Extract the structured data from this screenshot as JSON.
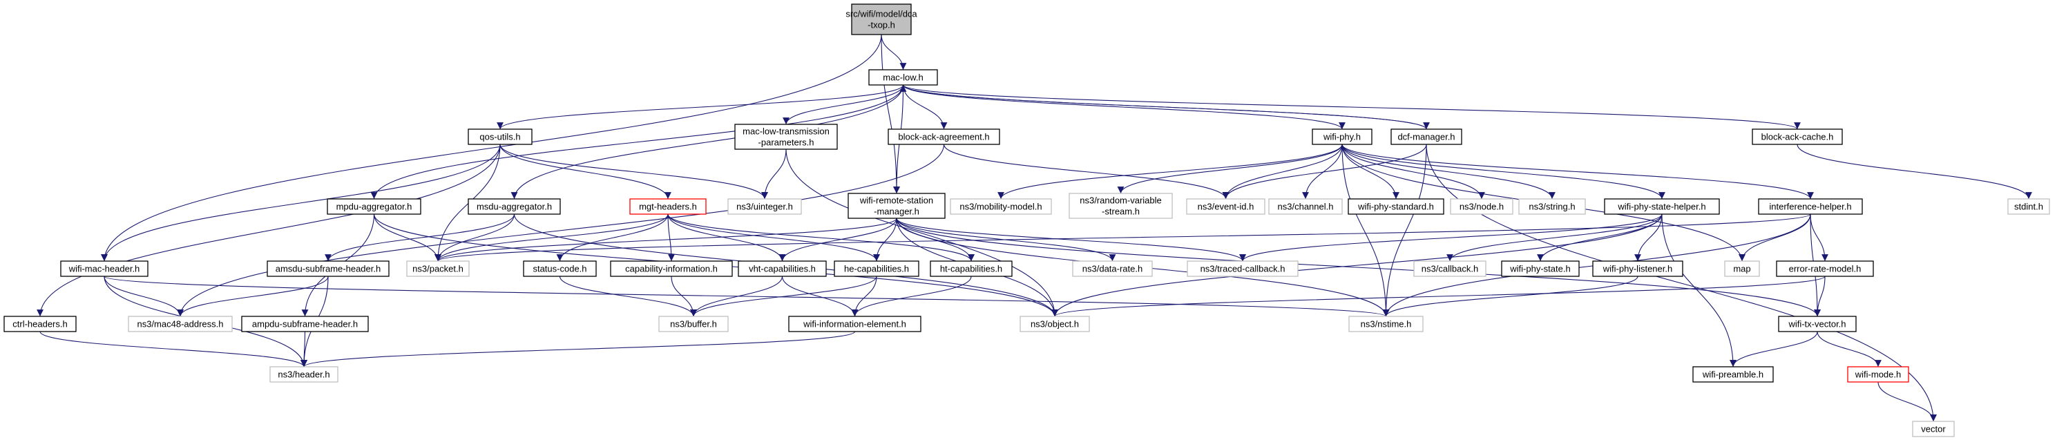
{
  "colors": {
    "edge": "#191970",
    "root_fill": "#bfbfbf",
    "fill": "#ffffff",
    "border_normal": "#000000",
    "border_external": "#bfbfbf",
    "border_red": "#ff0000"
  },
  "nodes": [
    {
      "id": "root",
      "lines": [
        "src/wifi/model/dca",
        "-txop.h"
      ],
      "style": "root"
    },
    {
      "id": "mac_low",
      "lines": [
        "mac-low.h"
      ],
      "style": "normal"
    },
    {
      "id": "qos_utils",
      "lines": [
        "qos-utils.h"
      ],
      "style": "normal"
    },
    {
      "id": "mac_low_tx",
      "lines": [
        "mac-low-transmission",
        "-parameters.h"
      ],
      "style": "normal"
    },
    {
      "id": "block_ack_agreement",
      "lines": [
        "block-ack-agreement.h"
      ],
      "style": "normal"
    },
    {
      "id": "wifi_phy",
      "lines": [
        "wifi-phy.h"
      ],
      "style": "normal"
    },
    {
      "id": "dcf_manager",
      "lines": [
        "dcf-manager.h"
      ],
      "style": "normal"
    },
    {
      "id": "block_ack_cache",
      "lines": [
        "block-ack-cache.h"
      ],
      "style": "normal"
    },
    {
      "id": "stdint",
      "lines": [
        "stdint.h"
      ],
      "style": "external"
    },
    {
      "id": "mpdu_aggregator",
      "lines": [
        "mpdu-aggregator.h"
      ],
      "style": "normal"
    },
    {
      "id": "msdu_aggregator",
      "lines": [
        "msdu-aggregator.h"
      ],
      "style": "normal"
    },
    {
      "id": "mgt_headers",
      "lines": [
        "mgt-headers.h"
      ],
      "style": "red"
    },
    {
      "id": "ns3_uinteger",
      "lines": [
        "ns3/uinteger.h"
      ],
      "style": "external"
    },
    {
      "id": "wifi_remote_station",
      "lines": [
        "wifi-remote-station",
        "-manager.h"
      ],
      "style": "normal"
    },
    {
      "id": "ns3_mobility",
      "lines": [
        "ns3/mobility-model.h"
      ],
      "style": "external"
    },
    {
      "id": "ns3_random",
      "lines": [
        "ns3/random-variable",
        "-stream.h"
      ],
      "style": "external"
    },
    {
      "id": "ns3_event_id",
      "lines": [
        "ns3/event-id.h"
      ],
      "style": "external"
    },
    {
      "id": "ns3_channel",
      "lines": [
        "ns3/channel.h"
      ],
      "style": "external"
    },
    {
      "id": "wifi_phy_standard",
      "lines": [
        "wifi-phy-standard.h"
      ],
      "style": "normal"
    },
    {
      "id": "ns3_node",
      "lines": [
        "ns3/node.h"
      ],
      "style": "external"
    },
    {
      "id": "ns3_string",
      "lines": [
        "ns3/string.h"
      ],
      "style": "external"
    },
    {
      "id": "wifi_phy_state_helper",
      "lines": [
        "wifi-phy-state-helper.h"
      ],
      "style": "normal"
    },
    {
      "id": "interference_helper",
      "lines": [
        "interference-helper.h"
      ],
      "style": "normal"
    },
    {
      "id": "wifi_mac_header",
      "lines": [
        "wifi-mac-header.h"
      ],
      "style": "normal"
    },
    {
      "id": "amsdu_subframe",
      "lines": [
        "amsdu-subframe-header.h"
      ],
      "style": "normal"
    },
    {
      "id": "ns3_packet",
      "lines": [
        "ns3/packet.h"
      ],
      "style": "external"
    },
    {
      "id": "status_code",
      "lines": [
        "status-code.h"
      ],
      "style": "normal"
    },
    {
      "id": "capability_info",
      "lines": [
        "capability-information.h"
      ],
      "style": "normal"
    },
    {
      "id": "vht_cap",
      "lines": [
        "vht-capabilities.h"
      ],
      "style": "normal"
    },
    {
      "id": "he_cap",
      "lines": [
        "he-capabilities.h"
      ],
      "style": "normal"
    },
    {
      "id": "ht_cap",
      "lines": [
        "ht-capabilities.h"
      ],
      "style": "normal"
    },
    {
      "id": "ns3_data_rate",
      "lines": [
        "ns3/data-rate.h"
      ],
      "style": "external"
    },
    {
      "id": "ns3_traced_cb",
      "lines": [
        "ns3/traced-callback.h"
      ],
      "style": "external"
    },
    {
      "id": "ns3_callback",
      "lines": [
        "ns3/callback.h"
      ],
      "style": "external"
    },
    {
      "id": "wifi_phy_state",
      "lines": [
        "wifi-phy-state.h"
      ],
      "style": "normal"
    },
    {
      "id": "wifi_phy_listener",
      "lines": [
        "wifi-phy-listener.h"
      ],
      "style": "normal"
    },
    {
      "id": "map",
      "lines": [
        "map"
      ],
      "style": "external"
    },
    {
      "id": "error_rate_model",
      "lines": [
        "error-rate-model.h"
      ],
      "style": "normal"
    },
    {
      "id": "ctrl_headers",
      "lines": [
        "ctrl-headers.h"
      ],
      "style": "normal"
    },
    {
      "id": "ns3_mac48",
      "lines": [
        "ns3/mac48-address.h"
      ],
      "style": "external"
    },
    {
      "id": "ampdu_subframe",
      "lines": [
        "ampdu-subframe-header.h"
      ],
      "style": "normal"
    },
    {
      "id": "ns3_buffer",
      "lines": [
        "ns3/buffer.h"
      ],
      "style": "external"
    },
    {
      "id": "wifi_info_element",
      "lines": [
        "wifi-information-element.h"
      ],
      "style": "normal"
    },
    {
      "id": "ns3_object",
      "lines": [
        "ns3/object.h"
      ],
      "style": "external"
    },
    {
      "id": "ns3_nstime",
      "lines": [
        "ns3/nstime.h"
      ],
      "style": "external"
    },
    {
      "id": "wifi_tx_vector",
      "lines": [
        "wifi-tx-vector.h"
      ],
      "style": "normal"
    },
    {
      "id": "ns3_header",
      "lines": [
        "ns3/header.h"
      ],
      "style": "external"
    },
    {
      "id": "wifi_preamble",
      "lines": [
        "wifi-preamble.h"
      ],
      "style": "normal"
    },
    {
      "id": "wifi_mode",
      "lines": [
        "wifi-mode.h"
      ],
      "style": "red"
    },
    {
      "id": "vector",
      "lines": [
        "vector"
      ],
      "style": "external"
    }
  ],
  "edges": [
    [
      "root",
      "mac_low"
    ],
    [
      "root",
      "wifi_mac_header"
    ],
    [
      "root",
      "wifi_remote_station"
    ],
    [
      "mac_low",
      "qos_utils"
    ],
    [
      "mac_low",
      "mac_low_tx"
    ],
    [
      "mac_low",
      "block_ack_agreement"
    ],
    [
      "mac_low",
      "wifi_phy"
    ],
    [
      "mac_low",
      "dcf_manager"
    ],
    [
      "mac_low",
      "block_ack_cache"
    ],
    [
      "mac_low",
      "mpdu_aggregator"
    ],
    [
      "mac_low",
      "msdu_aggregator"
    ],
    [
      "mac_low",
      "wifi_remote_station"
    ],
    [
      "qos_utils",
      "ns3_uinteger"
    ],
    [
      "qos_utils",
      "mgt_headers"
    ],
    [
      "qos_utils",
      "ns3_packet"
    ],
    [
      "qos_utils",
      "wifi_mac_header"
    ],
    [
      "qos_utils",
      "ctrl_headers"
    ],
    [
      "mac_low_tx",
      "ns3_uinteger"
    ],
    [
      "mac_low_tx",
      "ns3_object"
    ],
    [
      "block_ack_agreement",
      "ns3_event_id"
    ],
    [
      "block_ack_agreement",
      "ns3_mac48"
    ],
    [
      "wifi_phy",
      "ns3_mobility"
    ],
    [
      "wifi_phy",
      "ns3_random"
    ],
    [
      "wifi_phy",
      "ns3_event_id"
    ],
    [
      "wifi_phy",
      "ns3_channel"
    ],
    [
      "wifi_phy",
      "wifi_phy_standard"
    ],
    [
      "wifi_phy",
      "ns3_node"
    ],
    [
      "wifi_phy",
      "ns3_string"
    ],
    [
      "wifi_phy",
      "wifi_phy_state_helper"
    ],
    [
      "wifi_phy",
      "interference_helper"
    ],
    [
      "wifi_phy",
      "map"
    ],
    [
      "wifi_phy",
      "ns3_nstime"
    ],
    [
      "dcf_manager",
      "mac_low"
    ],
    [
      "dcf_manager",
      "ns3_event_id"
    ],
    [
      "dcf_manager",
      "ns3_nstime"
    ],
    [
      "dcf_manager",
      "vector"
    ],
    [
      "block_ack_cache",
      "stdint"
    ],
    [
      "mpdu_aggregator",
      "ns3_packet"
    ],
    [
      "mpdu_aggregator",
      "ampdu_subframe"
    ],
    [
      "mpdu_aggregator",
      "ns3_object"
    ],
    [
      "msdu_aggregator",
      "amsdu_subframe"
    ],
    [
      "msdu_aggregator",
      "ns3_packet"
    ],
    [
      "msdu_aggregator",
      "ns3_object"
    ],
    [
      "mgt_headers",
      "status_code"
    ],
    [
      "mgt_headers",
      "capability_info"
    ],
    [
      "mgt_headers",
      "vht_cap"
    ],
    [
      "mgt_headers",
      "he_cap"
    ],
    [
      "mgt_headers",
      "ht_cap"
    ],
    [
      "mgt_headers",
      "ns3_packet"
    ],
    [
      "wifi_remote_station",
      "ns3_packet"
    ],
    [
      "wifi_remote_station",
      "vht_cap"
    ],
    [
      "wifi_remote_station",
      "he_cap"
    ],
    [
      "wifi_remote_station",
      "ht_cap"
    ],
    [
      "wifi_remote_station",
      "ns3_data_rate"
    ],
    [
      "wifi_remote_station",
      "ns3_traced_cb"
    ],
    [
      "wifi_remote_station",
      "ns3_object"
    ],
    [
      "wifi_remote_station",
      "ns3_nstime"
    ],
    [
      "wifi_remote_station",
      "wifi_tx_vector"
    ],
    [
      "wifi_phy_state_helper",
      "ns3_callback"
    ],
    [
      "wifi_phy_state_helper",
      "wifi_phy_state"
    ],
    [
      "wifi_phy_state_helper",
      "wifi_phy_listener"
    ],
    [
      "wifi_phy_state_helper",
      "wifi_preamble"
    ],
    [
      "wifi_phy_state_helper",
      "ns3_object"
    ],
    [
      "wifi_phy_state_helper",
      "ns3_traced_cb"
    ],
    [
      "interference_helper",
      "map"
    ],
    [
      "interference_helper",
      "error_rate_model"
    ],
    [
      "interference_helper",
      "ns3_nstime"
    ],
    [
      "interference_helper",
      "wifi_tx_vector"
    ],
    [
      "interference_helper",
      "ns3_packet"
    ],
    [
      "wifi_phy_listener",
      "ns3_nstime"
    ],
    [
      "error_rate_model",
      "wifi_tx_vector"
    ],
    [
      "error_rate_model",
      "ns3_object"
    ],
    [
      "wifi_mac_header",
      "ns3_mac48"
    ],
    [
      "wifi_mac_header",
      "ns3_header"
    ],
    [
      "wifi_mac_header",
      "ns3_nstime"
    ],
    [
      "amsdu_subframe",
      "ns3_mac48"
    ],
    [
      "amsdu_subframe",
      "ns3_header"
    ],
    [
      "ctrl_headers",
      "ns3_header"
    ],
    [
      "ampdu_subframe",
      "ns3_header"
    ],
    [
      "status_code",
      "ns3_buffer"
    ],
    [
      "capability_info",
      "ns3_buffer"
    ],
    [
      "vht_cap",
      "ns3_buffer"
    ],
    [
      "vht_cap",
      "wifi_info_element"
    ],
    [
      "he_cap",
      "ns3_buffer"
    ],
    [
      "he_cap",
      "wifi_info_element"
    ],
    [
      "ht_cap",
      "wifi_info_element"
    ],
    [
      "wifi_info_element",
      "ns3_header"
    ],
    [
      "wifi_tx_vector",
      "wifi_preamble"
    ],
    [
      "wifi_tx_vector",
      "wifi_mode"
    ],
    [
      "wifi_mode",
      "vector"
    ]
  ]
}
